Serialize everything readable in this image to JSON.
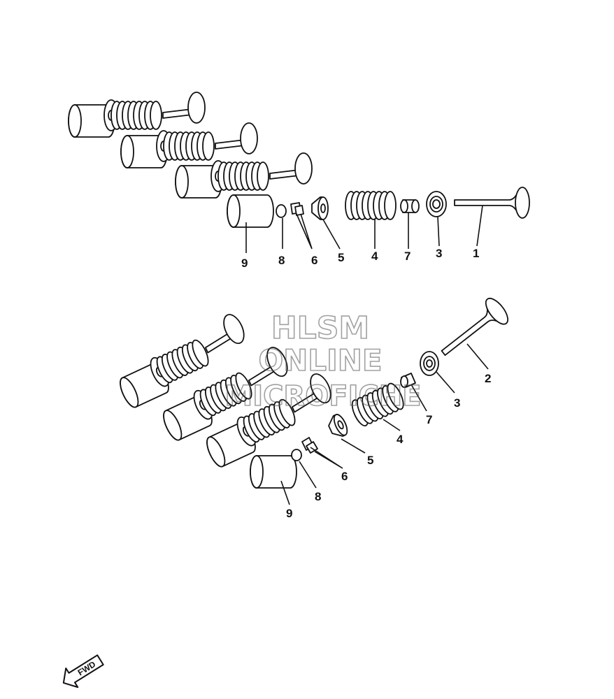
{
  "watermark": {
    "line1": "HLSM",
    "line2": "ONLINE",
    "line3": "MICROFICHE"
  },
  "fwd_label": "FWD",
  "callouts": {
    "upper": [
      "1",
      "3",
      "7",
      "4",
      "5",
      "6",
      "8",
      "9"
    ],
    "lower": [
      "2",
      "3",
      "7",
      "4",
      "5",
      "6",
      "8",
      "9"
    ]
  },
  "colors": {
    "line": "#111111",
    "background": "#ffffff",
    "watermark": "#555555"
  }
}
